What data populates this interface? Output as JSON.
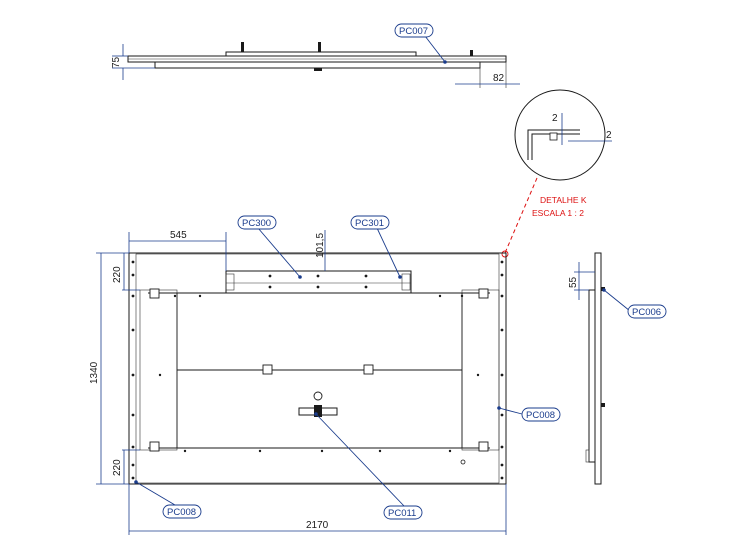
{
  "dims": {
    "top_thickness": "75",
    "top_offset": "82",
    "detail_h": "2",
    "detail_v": "2",
    "width_545": "545",
    "height_101": "101,5",
    "h_220_top": "220",
    "h_1340": "1340",
    "h_220_bot": "220",
    "w_2170": "2170",
    "side_55": "55"
  },
  "tags": {
    "pc007": "PC007",
    "pc300": "PC300",
    "pc301": "PC301",
    "pc006": "PC006",
    "pc008_right": "PC008",
    "pc008_left": "PC008",
    "pc011": "PC011"
  },
  "detail": {
    "title": "DETALHE K",
    "scale": "ESCALA 1 : 2"
  },
  "colors": {
    "dimension": "#1a3c8c",
    "detail_leader": "#dd1111",
    "outline": "#1a1a1a"
  }
}
